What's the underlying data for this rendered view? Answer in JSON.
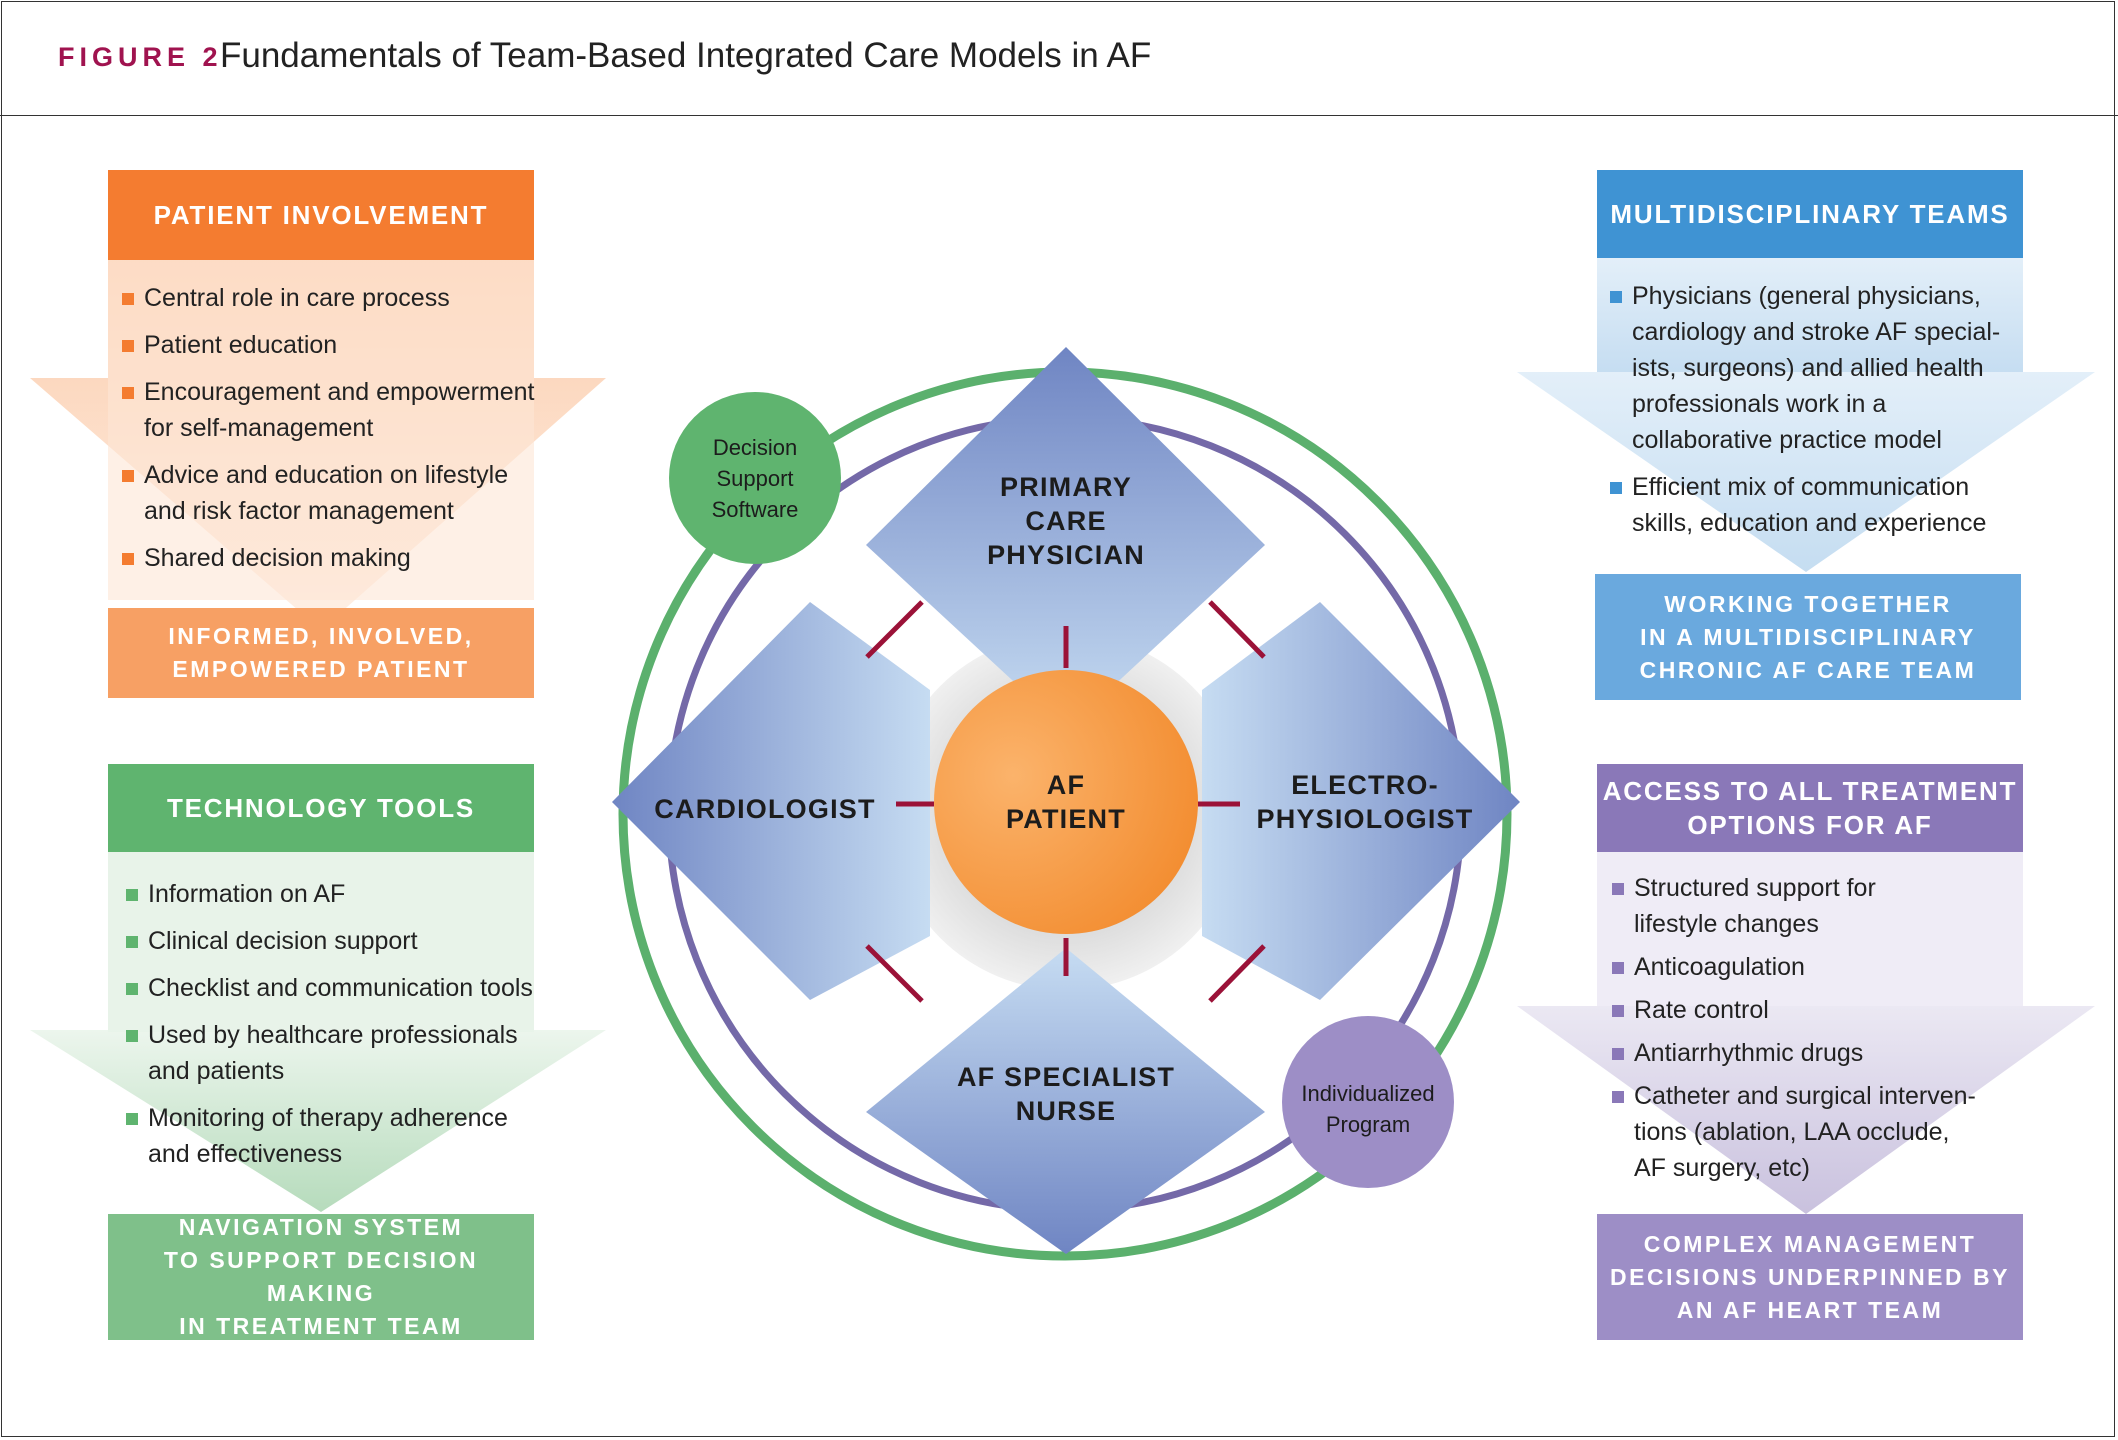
{
  "figure": {
    "label": "FIGURE 2",
    "title": "Fundamentals of Team-Based Integrated Care Models in AF"
  },
  "colors": {
    "orange": "#f47c30",
    "green": "#5fb46f",
    "blue": "#3f93d3",
    "purple": "#8a78b8",
    "crimson": "#9b1238",
    "diamond": "#6d86c4"
  },
  "patient_involvement": {
    "title": "PATIENT INVOLVEMENT",
    "items": [
      "Central role in care process",
      "Patient education",
      "Encouragement and empowerment\nfor self-management",
      "Advice and education on lifestyle\nand risk factor management",
      "Shared decision making"
    ],
    "footer": "INFORMED, INVOLVED,\nEMPOWERED PATIENT"
  },
  "technology_tools": {
    "title": "TECHNOLOGY TOOLS",
    "items": [
      "Information on AF",
      "Clinical decision support",
      "Checklist and communication tools",
      "Used by healthcare professionals\nand patients",
      "Monitoring of therapy adherence\nand effectiveness"
    ],
    "footer": "NAVIGATION SYSTEM\nTO SUPPORT DECISION MAKING\nIN TREATMENT TEAM"
  },
  "multidisciplinary_teams": {
    "title": "MULTIDISCIPLINARY TEAMS",
    "items": [
      "Physicians (general physicians,\ncardiology and stroke AF special-\nists, surgeons) and allied health\nprofessionals work in a\ncollaborative practice model",
      "Efficient mix of communication\nskills, education and experience"
    ],
    "footer": "WORKING TOGETHER\nIN A MULTIDISCIPLINARY\nCHRONIC AF CARE TEAM"
  },
  "treatment_options": {
    "title": "ACCESS TO ALL TREATMENT\nOPTIONS FOR AF",
    "items": [
      "Structured support for\nlifestyle changes",
      "Anticoagulation",
      "Rate control",
      "Antiarrhythmic drugs",
      "Catheter and surgical interven-\ntions (ablation, LAA occlude,\nAF surgery, etc)"
    ],
    "footer": "COMPLEX MANAGEMENT\nDECISIONS UNDERPINNED BY\nAN AF HEART TEAM"
  },
  "center": {
    "patient": "AF\nPATIENT",
    "top": "PRIMARY\nCARE\nPHYSICIAN",
    "left": "CARDIOLOGIST",
    "right": "ELECTRO-\nPHYSIOLOGIST",
    "bottom": "AF SPECIALIST\nNURSE",
    "decision_support": "Decision\nSupport\nSoftware",
    "individualized": "Individualized\nProgram"
  }
}
